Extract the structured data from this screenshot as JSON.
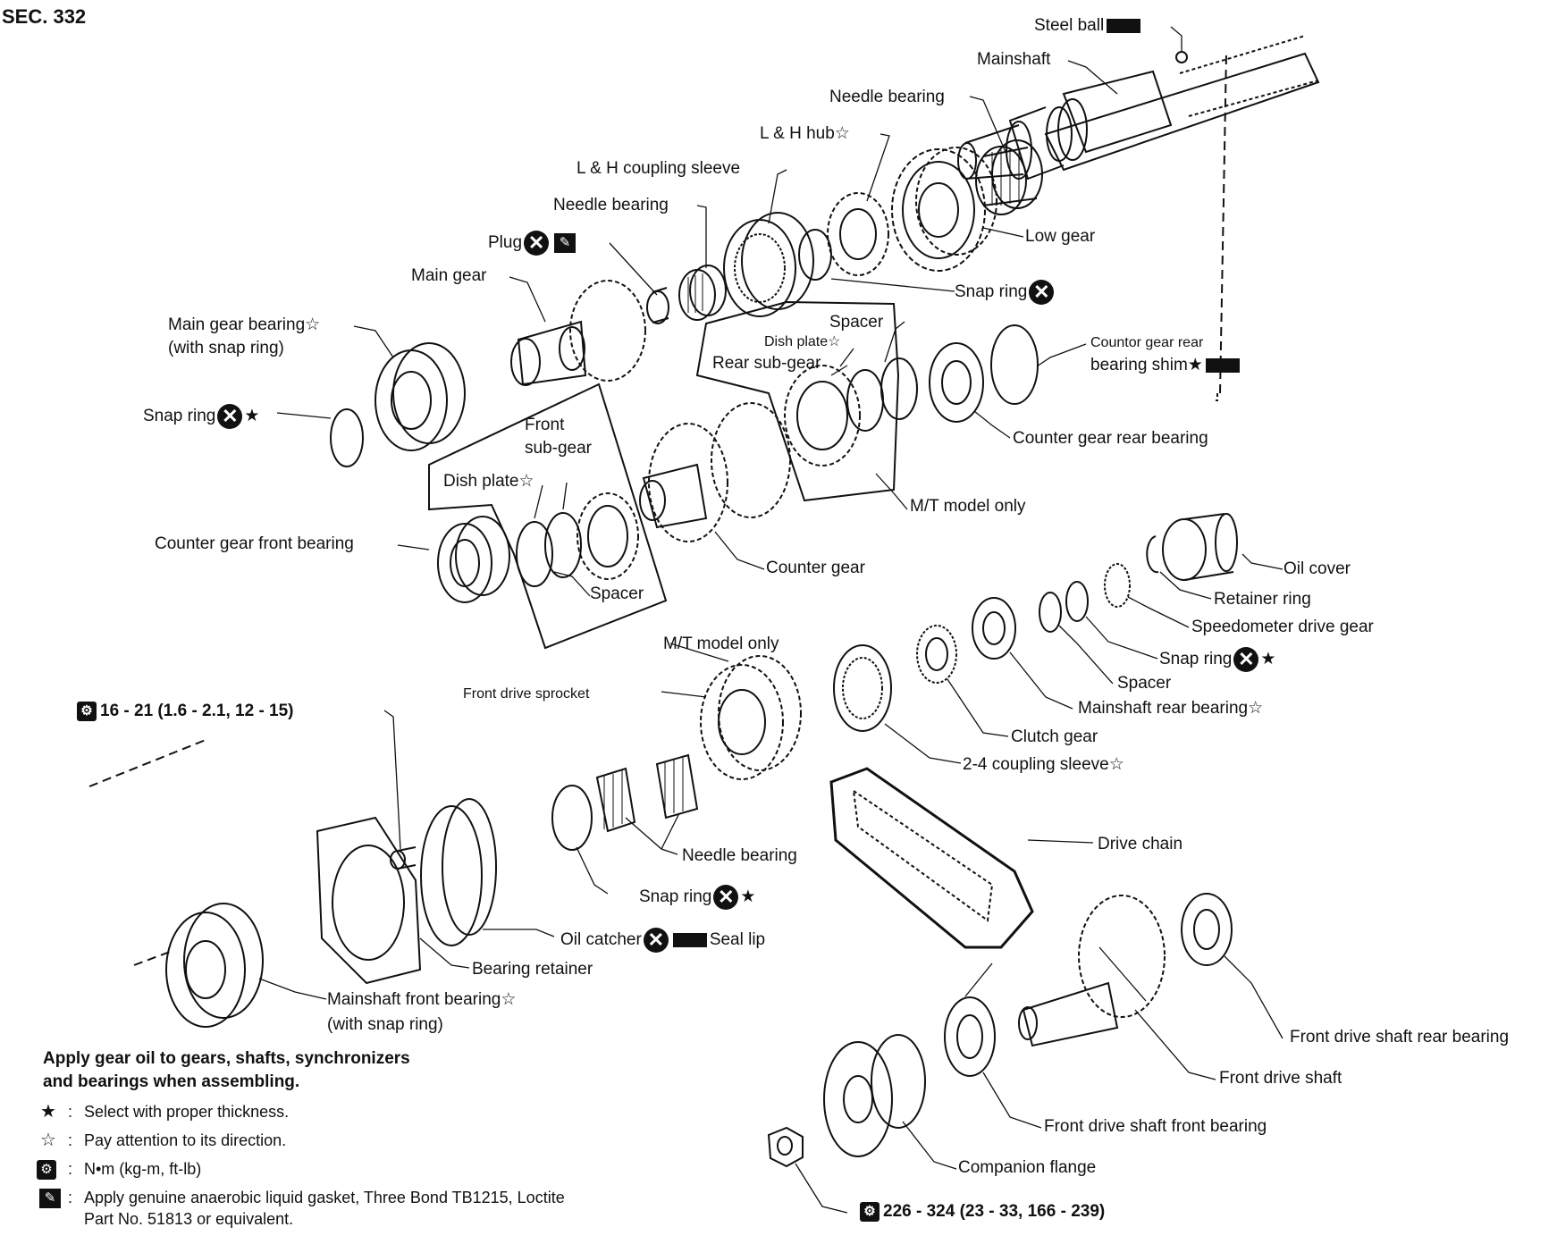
{
  "section": "SEC. 332",
  "labels": {
    "steel_ball": "Steel ball",
    "mainshaft": "Mainshaft",
    "needle_bearing_top": "Needle bearing",
    "lh_hub": "L & H hub☆",
    "lh_coupling_sleeve": "L & H coupling sleeve",
    "needle_bearing_mid": "Needle bearing",
    "plug": "Plug",
    "low_gear": "Low gear",
    "main_gear": "Main gear",
    "snap_ring_top": "Snap ring",
    "main_gear_bearing": "Main gear bearing☆",
    "main_gear_bearing_note": "(with snap ring)",
    "spacer_rear": "Spacer",
    "dish_plate_rear": "Dish plate☆",
    "rear_sub_gear": "Rear sub-gear",
    "countor_gear_rear": "Countor gear rear",
    "bearing_shim": "bearing shim★",
    "snap_ring_left": "Snap ring",
    "front_sub_gear_1": "Front",
    "front_sub_gear_2": "sub-gear",
    "dish_plate_front": "Dish plate☆",
    "counter_gear_rear_bearing": "Counter gear rear bearing",
    "mt_model_only_rear": "M/T model only",
    "counter_gear_front_bearing": "Counter gear front bearing",
    "spacer_front": "Spacer",
    "counter_gear": "Counter gear",
    "oil_cover": "Oil cover",
    "retainer_ring": "Retainer ring",
    "speedometer_drive_gear": "Speedometer drive gear",
    "mt_model_only_front": "M/T model only",
    "snap_ring_right": "Snap ring",
    "spacer_right": "Spacer",
    "front_drive_sprocket": "Front drive sprocket",
    "mainshaft_rear_bearing": "Mainshaft rear bearing☆",
    "torque_1": "16 - 21 (1.6 - 2.1, 12 - 15)",
    "clutch_gear": "Clutch gear",
    "coupling_sleeve_24": "2-4 coupling sleeve☆",
    "drive_chain": "Drive chain",
    "needle_bearing_low": "Needle bearing",
    "snap_ring_low": "Snap ring",
    "oil_catcher": "Oil catcher",
    "seal_lip": "Seal lip",
    "bearing_retainer": "Bearing retainer",
    "mainshaft_front_bearing": "Mainshaft front bearing☆",
    "mainshaft_front_bearing_note": "(with snap ring)",
    "front_drive_shaft_rear_bearing": "Front drive shaft rear bearing",
    "front_drive_shaft": "Front drive shaft",
    "front_drive_shaft_front_bearing": "Front drive shaft front bearing",
    "companion_flange": "Companion flange",
    "torque_2": "226 - 324 (23 - 33, 166 - 239)"
  },
  "legend": {
    "note_line1": "Apply gear oil to gears, shafts, synchronizers",
    "note_line2": "and bearings when assembling.",
    "items": [
      {
        "symbol": "★",
        "text": "Select with proper thickness."
      },
      {
        "symbol": "☆",
        "text": "Pay attention to its direction."
      },
      {
        "symbol": "wrench",
        "text": "N•m (kg-m, ft-lb)"
      },
      {
        "symbol": "gasket",
        "text": "Apply genuine anaerobic liquid gasket, Three Bond TB1215, Loctite Part No. 51813 or equivalent."
      }
    ]
  }
}
